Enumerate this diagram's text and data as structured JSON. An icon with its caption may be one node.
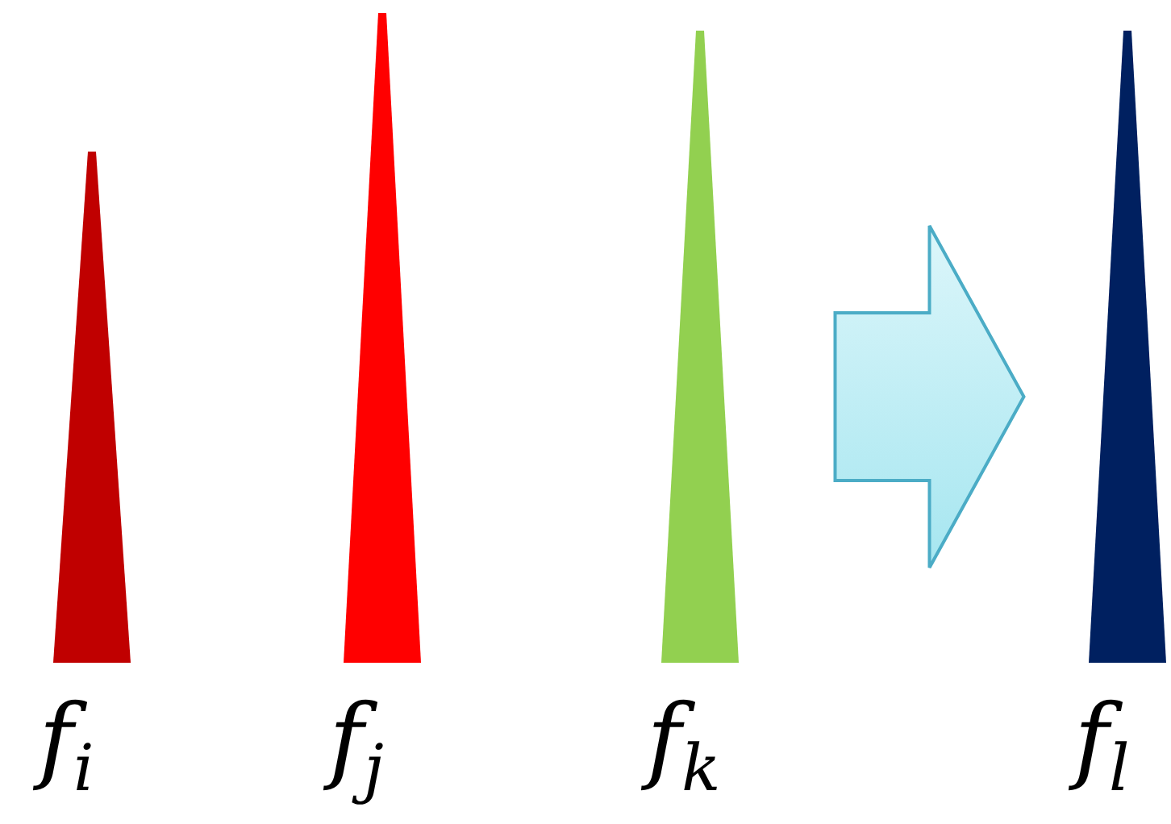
{
  "diagram": {
    "nodes": [
      {
        "text": [
          "f$_{i}$"
        ]
      },
      {
        "text": [
          "f$_{j}$"
        ]
      },
      {
        "text": [
          "f$_{k}$"
        ]
      },
      {
        "text": [
          "f$_{l}$"
        ]
      }
    ],
    "edges": [
      {
        "from": 2,
        "to": 3,
        "arrow": "to"
      }
    ]
  }
}
